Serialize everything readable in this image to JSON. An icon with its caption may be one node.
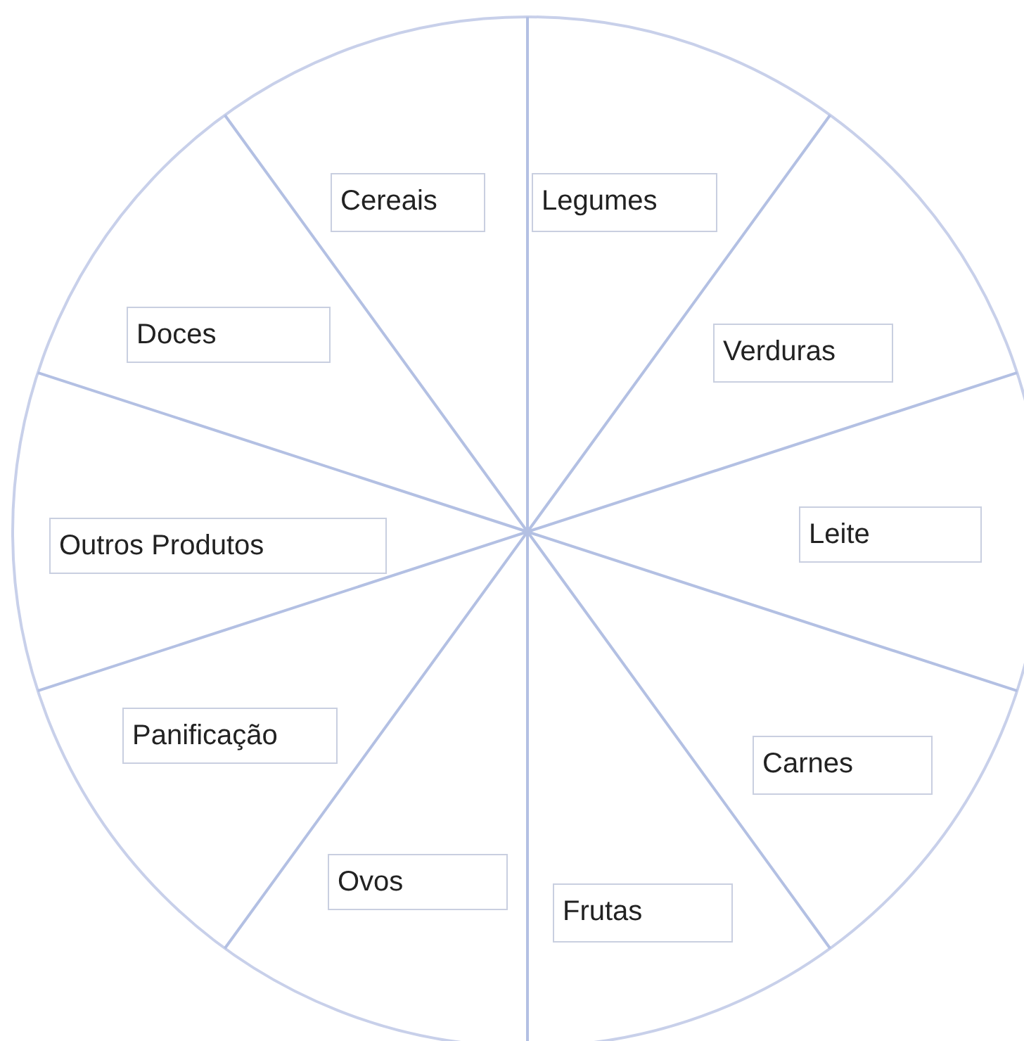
{
  "diagram": {
    "nodes": [
      {
        "text": [
          "Cereais"
        ]
      },
      {
        "text": [
          "Legumes"
        ]
      },
      {
        "text": [
          "Doces"
        ]
      },
      {
        "text": [
          "Verduras"
        ]
      },
      {
        "text": [
          "Outros Produtos"
        ]
      },
      {
        "text": [
          "Leite"
        ]
      },
      {
        "text": [
          "Panificação"
        ]
      },
      {
        "text": [
          "Carnes"
        ]
      },
      {
        "text": [
          "Ovos"
        ]
      },
      {
        "text": [
          "Frutas"
        ]
      }
    ]
  }
}
